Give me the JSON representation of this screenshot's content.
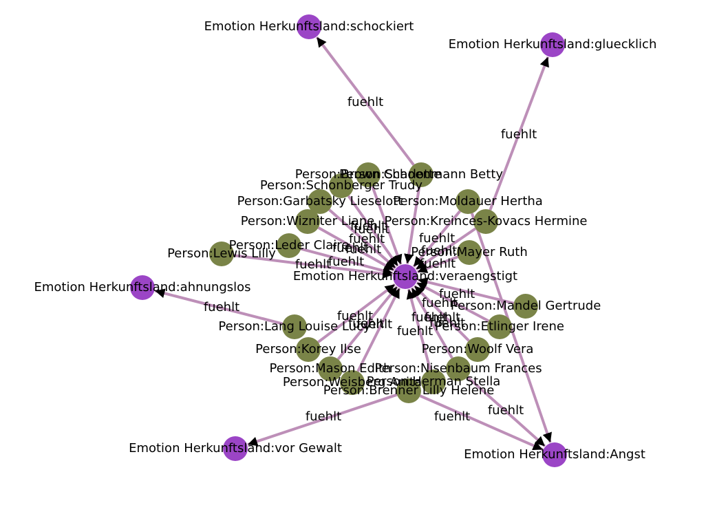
{
  "colors": {
    "edge": "#bd8fb8",
    "person_node": "#7a8448",
    "emotion_node": "#9b45c6",
    "arrow": "#000000",
    "background": "#ffffff"
  },
  "edge_label_text": "fuehlt",
  "nodes": [
    {
      "id": "veraengstigt",
      "label": "Emotion Herkunftsland:veraengstigt",
      "kind": "emotion"
    },
    {
      "id": "schockiert",
      "label": "Emotion Herkunftsland:schockiert",
      "kind": "emotion"
    },
    {
      "id": "gluecklich",
      "label": "Emotion Herkunftsland:gluecklich",
      "kind": "emotion"
    },
    {
      "id": "ahnungslos",
      "label": "Emotion Herkunftsland:ahnungslos",
      "kind": "emotion"
    },
    {
      "id": "vorgewalt",
      "label": "Emotion Herkunftsland:vor Gewalt",
      "kind": "emotion"
    },
    {
      "id": "angst",
      "label": "Emotion Herkunftsland:Angst",
      "kind": "emotion"
    },
    {
      "id": "brown",
      "label": "Person:Brown Charlotte",
      "kind": "person"
    },
    {
      "id": "schoenmann",
      "label": "Person:Schoenmann Betty",
      "kind": "person"
    },
    {
      "id": "schonberger",
      "label": "Person:Schonberger Trudy",
      "kind": "person"
    },
    {
      "id": "garbatsky",
      "label": "Person:Garbatsky Lieselott",
      "kind": "person"
    },
    {
      "id": "moldauer",
      "label": "Person:Moldauer Hertha",
      "kind": "person"
    },
    {
      "id": "wizniter",
      "label": "Person:Wizniter Liane",
      "kind": "person"
    },
    {
      "id": "kreinces",
      "label": "Person:Kreinces-Kovacs Hermine",
      "kind": "person"
    },
    {
      "id": "leder",
      "label": "Person:Leder Claire",
      "kind": "person"
    },
    {
      "id": "lewis",
      "label": "Person:Lewis Lilly",
      "kind": "person"
    },
    {
      "id": "mayer",
      "label": "Person:Mayer Ruth",
      "kind": "person"
    },
    {
      "id": "mandel",
      "label": "Person:Mandel Gertrude",
      "kind": "person"
    },
    {
      "id": "etlinger",
      "label": "Person:Etlinger Irene",
      "kind": "person"
    },
    {
      "id": "lang",
      "label": "Person:Lang Louise Lucy",
      "kind": "person"
    },
    {
      "id": "korey",
      "label": "Person:Korey Ilse",
      "kind": "person"
    },
    {
      "id": "woolf",
      "label": "Person:Woolf Vera",
      "kind": "person"
    },
    {
      "id": "mason",
      "label": "Person:Mason Edith",
      "kind": "person"
    },
    {
      "id": "nisenbaum",
      "label": "Person:Nisenbaum Frances",
      "kind": "person"
    },
    {
      "id": "weisberg",
      "label": "Person:Weisberg Anita",
      "kind": "person"
    },
    {
      "id": "herman",
      "label": "Person:Herman Stella",
      "kind": "person"
    },
    {
      "id": "brenner",
      "label": "Person:Brenner Lilly Helene",
      "kind": "person"
    }
  ],
  "edges": [
    {
      "source": "brown",
      "target": "veraengstigt",
      "label": "fuehlt"
    },
    {
      "source": "schoenmann",
      "target": "veraengstigt",
      "label": "fuehlt"
    },
    {
      "source": "schoenmann",
      "target": "schockiert",
      "label": "fuehlt"
    },
    {
      "source": "schonberger",
      "target": "veraengstigt",
      "label": "fuehlt"
    },
    {
      "source": "garbatsky",
      "target": "veraengstigt",
      "label": "fuehlt"
    },
    {
      "source": "moldauer",
      "target": "veraengstigt",
      "label": "fuehlt"
    },
    {
      "source": "moldauer",
      "target": "angst",
      "label": "fuehlt"
    },
    {
      "source": "wizniter",
      "target": "veraengstigt",
      "label": "fuehlt"
    },
    {
      "source": "kreinces",
      "target": "veraengstigt",
      "label": "fuehlt"
    },
    {
      "source": "kreinces",
      "target": "gluecklich",
      "label": "fuehlt"
    },
    {
      "source": "leder",
      "target": "veraengstigt",
      "label": "fuehlt"
    },
    {
      "source": "lewis",
      "target": "veraengstigt",
      "label": "fuehlt"
    },
    {
      "source": "mayer",
      "target": "veraengstigt",
      "label": "fuehlt"
    },
    {
      "source": "mandel",
      "target": "veraengstigt",
      "label": "fuehlt"
    },
    {
      "source": "etlinger",
      "target": "veraengstigt",
      "label": "fuehlt"
    },
    {
      "source": "lang",
      "target": "ahnungslos",
      "label": "fuehlt"
    },
    {
      "source": "korey",
      "target": "veraengstigt",
      "label": "fuehlt"
    },
    {
      "source": "woolf",
      "target": "veraengstigt",
      "label": "fuehlt"
    },
    {
      "source": "mason",
      "target": "veraengstigt",
      "label": "fuehlt"
    },
    {
      "source": "nisenbaum",
      "target": "veraengstigt",
      "label": "fuehlt"
    },
    {
      "source": "nisenbaum",
      "target": "angst",
      "label": "fuehlt"
    },
    {
      "source": "weisberg",
      "target": "veraengstigt",
      "label": "fuehlt"
    },
    {
      "source": "herman",
      "target": "veraengstigt",
      "label": "fuehlt"
    },
    {
      "source": "brenner",
      "target": "vorgewalt",
      "label": "fuehlt"
    },
    {
      "source": "brenner",
      "target": "angst",
      "label": "fuehlt"
    }
  ]
}
